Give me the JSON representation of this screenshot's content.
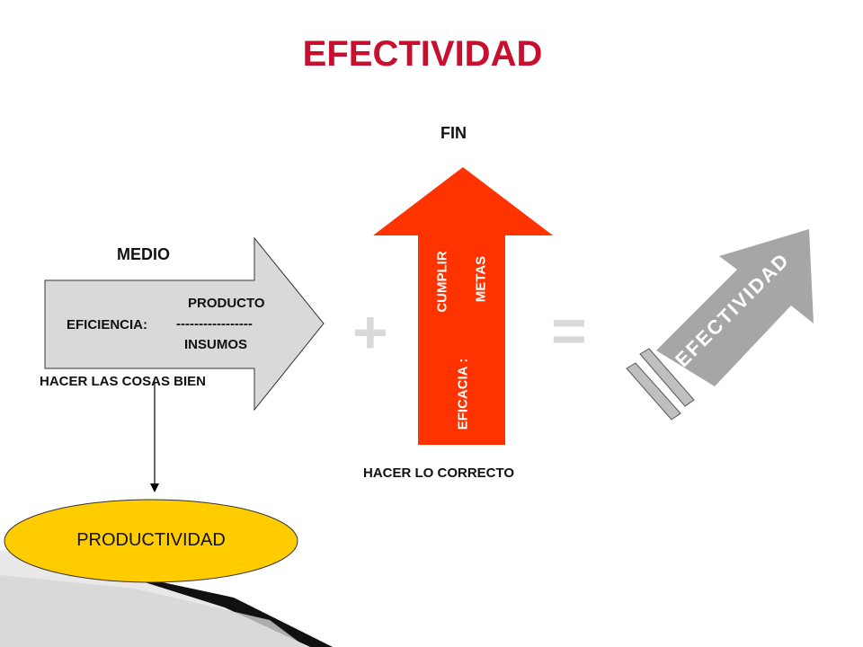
{
  "title": "EFECTIVIDAD",
  "fin_label": "FIN",
  "medio_label": "MEDIO",
  "efficiency": {
    "numerator": "PRODUCTO",
    "label": "EFICIENCIA:",
    "divider": "-----------------",
    "denominator": "INSUMOS",
    "caption": "HACER LAS COSAS BIEN"
  },
  "efficacy": {
    "cumplir": "CUMPLIR",
    "metas": "METAS",
    "label": "EFICACIA :",
    "caption": "HACER LO CORRECTO"
  },
  "plus_sign": "+",
  "equals_sign": "=",
  "result_arrow_label": "EFECTIVIDAD",
  "productivity_label": "PRODUCTIVIDAD",
  "colors": {
    "title": "#c8102e",
    "efficacy_arrow": "#ff3300",
    "efficiency_arrow": "#d9d9d9",
    "result_arrow": "#a6a6a6",
    "productivity_ellipse": "#ffcc00"
  }
}
